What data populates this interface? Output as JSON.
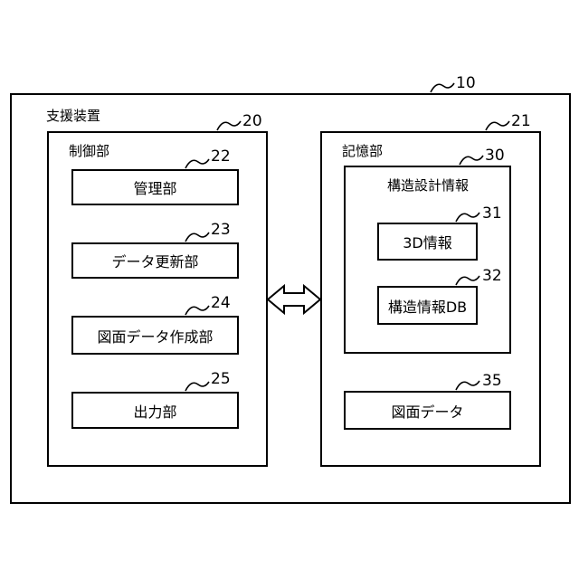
{
  "outer": {
    "ref": "10",
    "label": "支援装置"
  },
  "control": {
    "ref": "20",
    "label": "制御部",
    "items": [
      {
        "ref": "22",
        "label": "管理部"
      },
      {
        "ref": "23",
        "label": "データ更新部"
      },
      {
        "ref": "24",
        "label": "図面データ作成部"
      },
      {
        "ref": "25",
        "label": "出力部"
      }
    ]
  },
  "storage": {
    "ref": "21",
    "label": "記憶部",
    "structure": {
      "ref": "30",
      "label": "構造設計情報",
      "items": [
        {
          "ref": "31",
          "label": "3D情報"
        },
        {
          "ref": "32",
          "label": "構造情報DB"
        }
      ]
    },
    "drawing": {
      "ref": "35",
      "label": "図面データ"
    }
  }
}
